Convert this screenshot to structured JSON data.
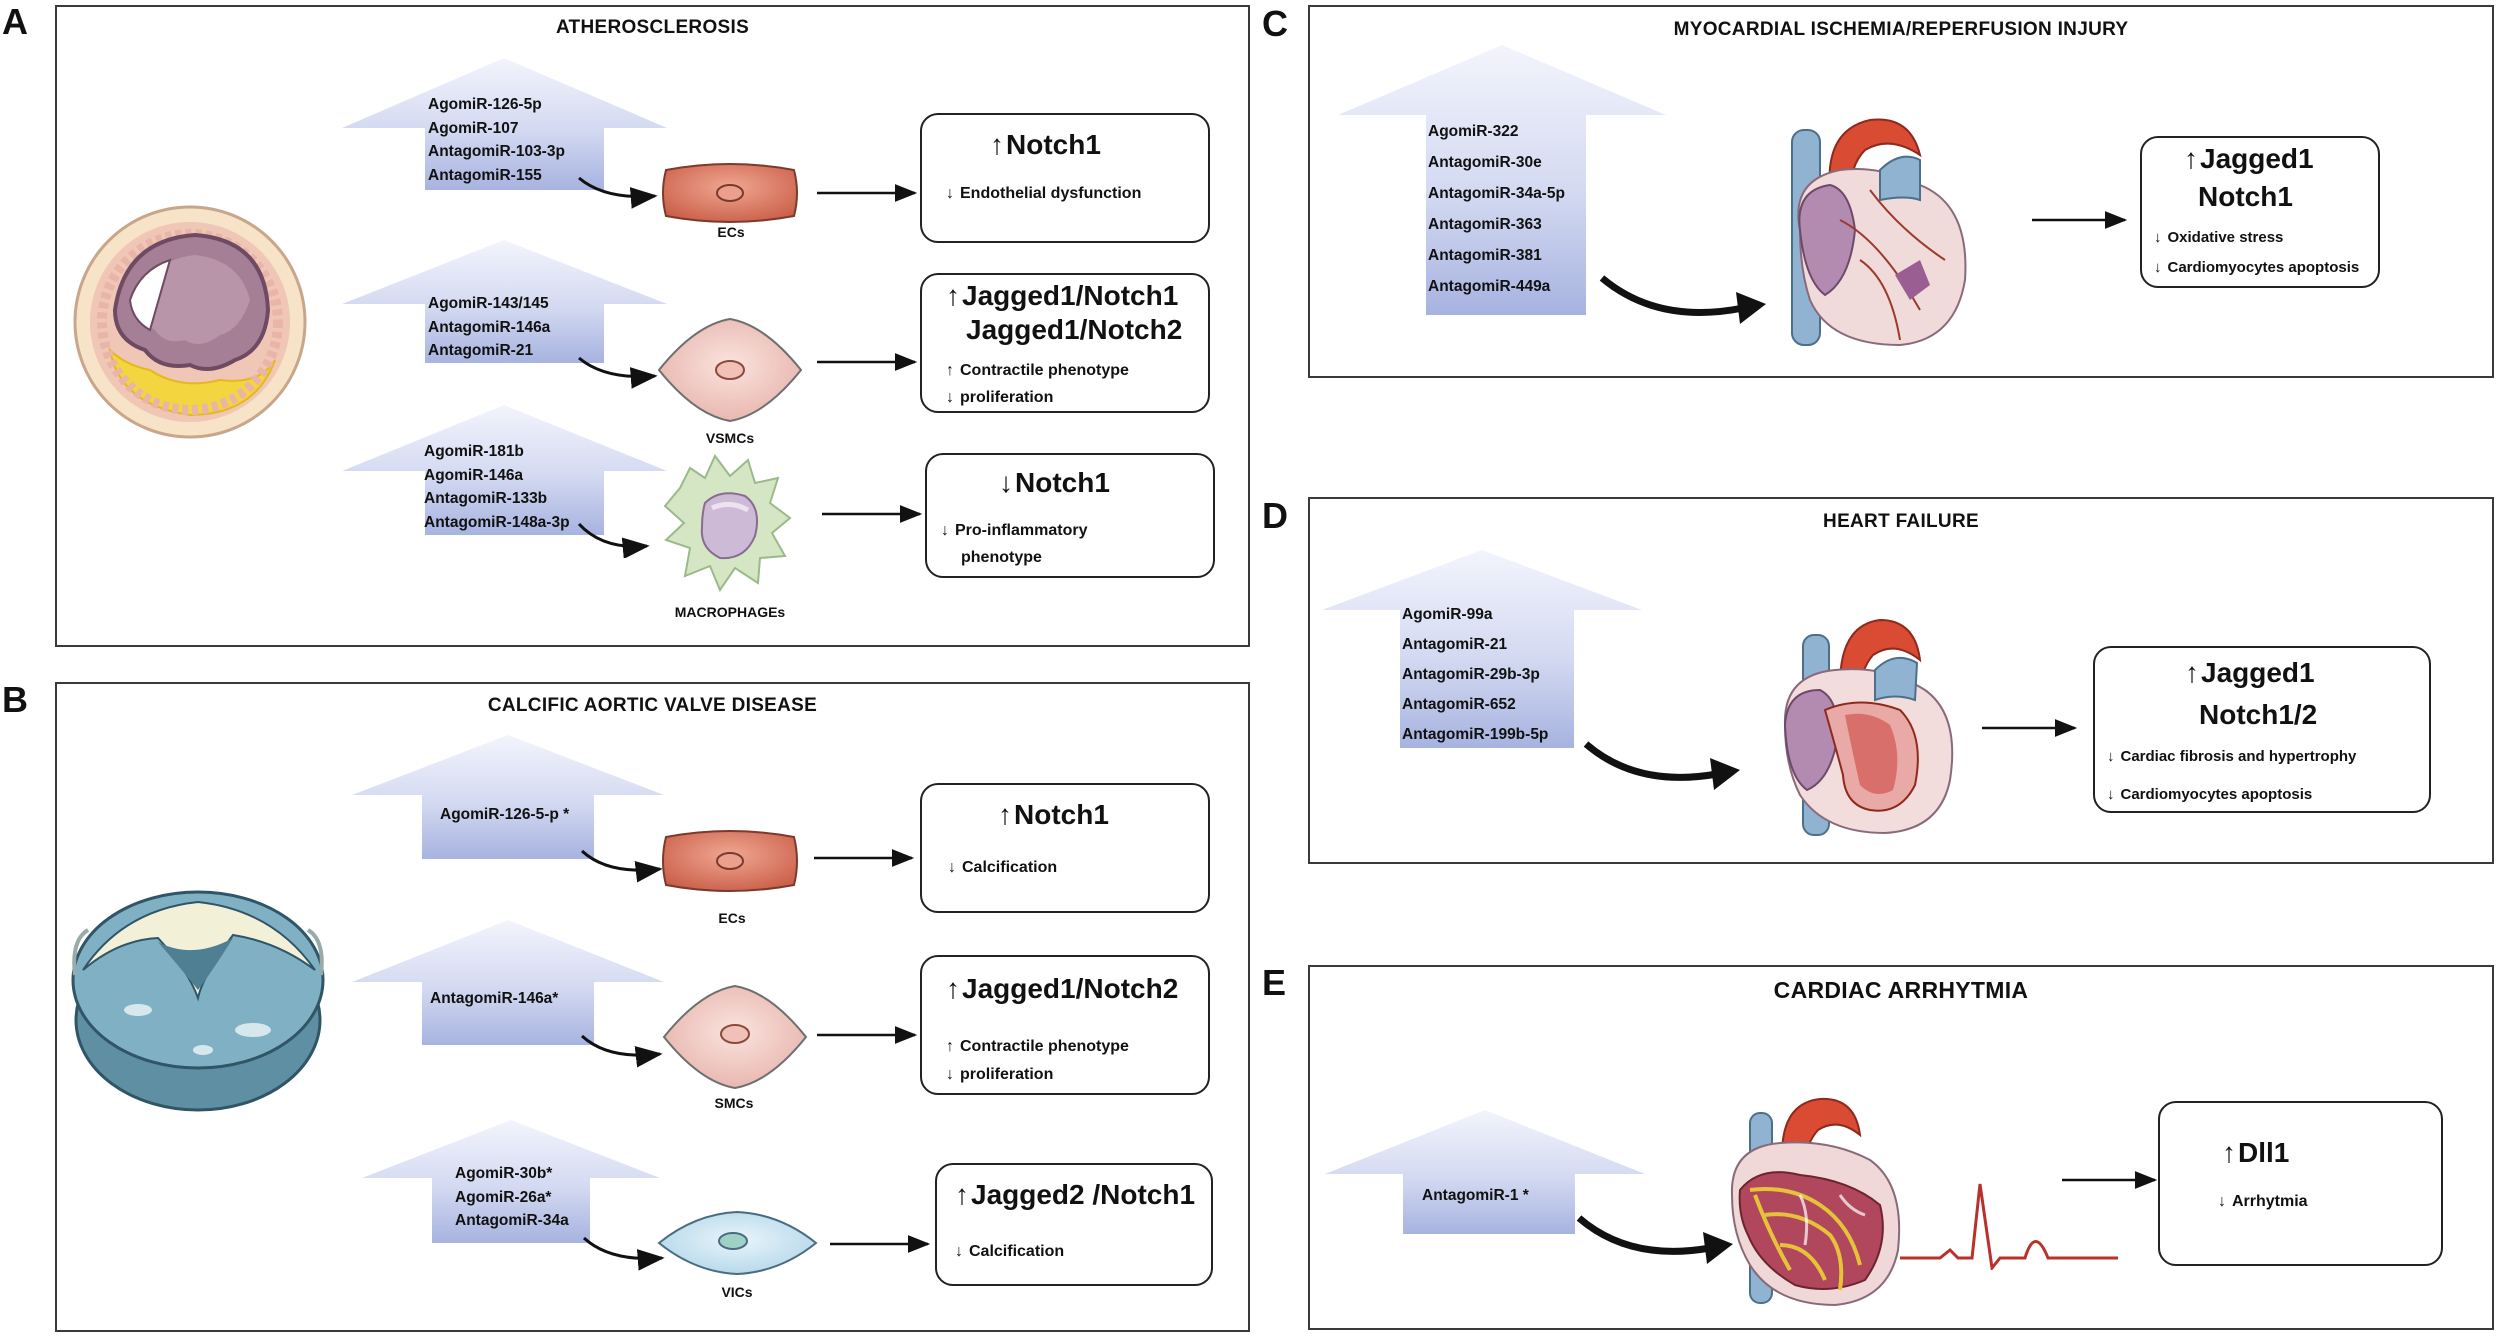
{
  "panels": {
    "A": {
      "letter": "A",
      "title": "ATHEROSCLEROSIS",
      "rows": [
        {
          "mirnas": [
            "AgomiR-126-5p",
            "AgomiR-107",
            "AntagomiR-103-3p",
            "AntagomiR-155"
          ],
          "cell": "ECs",
          "heads": [
            {
              "dir": "↑",
              "text": "Notch1"
            }
          ],
          "effects": [
            {
              "dir": "↓",
              "text": "Endothelial  dysfunction"
            }
          ]
        },
        {
          "mirnas": [
            "AgomiR-143/145",
            "AntagomiR-146a",
            "AntagomiR-21"
          ],
          "cell": "VSMCs",
          "heads": [
            {
              "dir": "↑",
              "text": "Jagged1/Notch1"
            },
            {
              "dir": "",
              "text": "Jagged1/Notch2"
            }
          ],
          "effects": [
            {
              "dir": "↑",
              "text": "Contractile phenotype"
            },
            {
              "dir": "↓",
              "text": "proliferation"
            }
          ]
        },
        {
          "mirnas": [
            "AgomiR-181b",
            "AgomiR-146a",
            "AntagomiR-133b",
            "AntagomiR-148a-3p"
          ],
          "cell": "MACROPHAGEs",
          "heads": [
            {
              "dir": "↓",
              "text": "Notch1"
            }
          ],
          "effects": [
            {
              "dir": "↓",
              "text": "Pro-inflammatory"
            },
            {
              "dir": "",
              "text": "phenotype"
            }
          ]
        }
      ]
    },
    "B": {
      "letter": "B",
      "title": "CALCIFIC AORTIC VALVE DISEASE",
      "rows": [
        {
          "mirnas": [
            "AgomiR-126-5-p *"
          ],
          "cell": "ECs",
          "heads": [
            {
              "dir": "↑",
              "text": "Notch1"
            }
          ],
          "effects": [
            {
              "dir": "↓",
              "text": "Calcification"
            }
          ]
        },
        {
          "mirnas": [
            "AntagomiR-146a*"
          ],
          "cell": "SMCs",
          "heads": [
            {
              "dir": "↑",
              "text": "Jagged1/Notch2"
            }
          ],
          "effects": [
            {
              "dir": "↑",
              "text": "Contractile phenotype"
            },
            {
              "dir": "↓",
              "text": "proliferation"
            }
          ]
        },
        {
          "mirnas": [
            "AgomiR-30b*",
            "AgomiR-26a*",
            "AntagomiR-34a"
          ],
          "cell": "VICs",
          "heads": [
            {
              "dir": "↑",
              "text": "Jagged2 /Notch1"
            }
          ],
          "effects": [
            {
              "dir": "↓",
              "text": "Calcification"
            }
          ]
        }
      ]
    },
    "C": {
      "letter": "C",
      "title": "MYOCARDIAL ISCHEMIA/REPERFUSION INJURY",
      "mirnas": [
        "AgomiR-322",
        "AntagomiR-30e",
        "AntagomiR-34a-5p",
        "AntagomiR-363",
        "AntagomiR-381",
        "AntagomiR-449a"
      ],
      "heads": [
        {
          "dir": "↑",
          "text": "Jagged1"
        },
        {
          "dir": "",
          "text": "Notch1"
        }
      ],
      "effects": [
        {
          "dir": "↓",
          "text": "Oxidative stress"
        },
        {
          "dir": "↓",
          "text": "Cardiomyocytes  apoptosis"
        }
      ]
    },
    "D": {
      "letter": "D",
      "title": "HEART FAILURE",
      "mirnas": [
        "AgomiR-99a",
        "AntagomiR-21",
        "AntagomiR-29b-3p",
        "AntagomiR-652",
        "AntagomiR-199b-5p"
      ],
      "heads": [
        {
          "dir": "↑",
          "text": "Jagged1"
        },
        {
          "dir": "",
          "text": "Notch1/2"
        }
      ],
      "effects": [
        {
          "dir": "↓",
          "text": "Cardiac fibrosis and hypertrophy"
        },
        {
          "dir": "↓",
          "text": "Cardiomyocytes  apoptosis"
        }
      ]
    },
    "E": {
      "letter": "E",
      "title": "CARDIAC ARRHYTMIA",
      "mirnas": [
        "AntagomiR-1 *"
      ],
      "heads": [
        {
          "dir": "↑",
          "text": "Dll1"
        }
      ],
      "effects": [
        {
          "dir": "↓",
          "text": "Arrhytmia"
        }
      ]
    }
  },
  "colors": {
    "arrow_light": "#eef0fb",
    "arrow_dark": "#a9b5e2",
    "ec_cell": "#d9705a",
    "smc_cell": "#efc3bc",
    "vic_cell": "#cfe6f2",
    "macrophage": "#cfe3bd",
    "heart_red": "#c8432d",
    "vessel_blue": "#7fa6c8"
  }
}
